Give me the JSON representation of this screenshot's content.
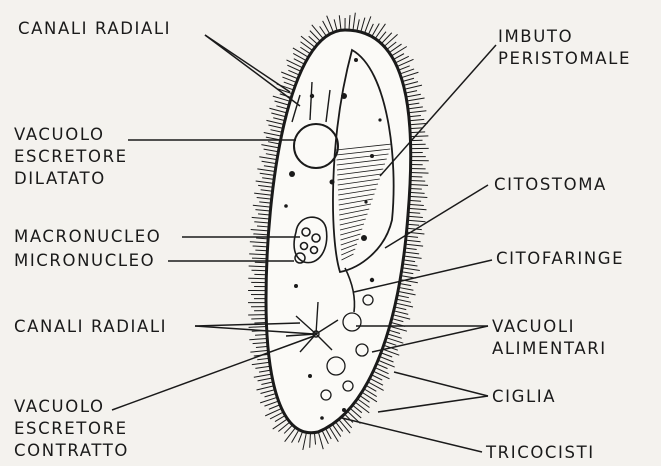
{
  "labels": {
    "canali_radiali_top": "CANALI RADIALI",
    "vacuolo_dilatato": [
      "VACUOLO",
      "ESCRETORE",
      "DILATATO"
    ],
    "macronucleo": "MACRONUCLEO",
    "micronucleo": "MICRONUCLEO",
    "canali_radiali_bottom": "CANALI RADIALI",
    "vacuolo_contratto": [
      "VACUOLO",
      "ESCRETORE",
      "CONTRATTO"
    ],
    "imbuto_peristomale": [
      "IMBUTO",
      "PERISTOMALE"
    ],
    "citostoma": "CITOSTOMA",
    "citofaringe": "CITOFARINGE",
    "vacuoli_alimentari": [
      "VACUOLI",
      "ALIMENTARI"
    ],
    "ciglia": "CIGLIA",
    "tricocisti": "TRICOCISTI"
  },
  "colors": {
    "ink": "#1a1a1a",
    "paper": "#f4f2ee"
  }
}
